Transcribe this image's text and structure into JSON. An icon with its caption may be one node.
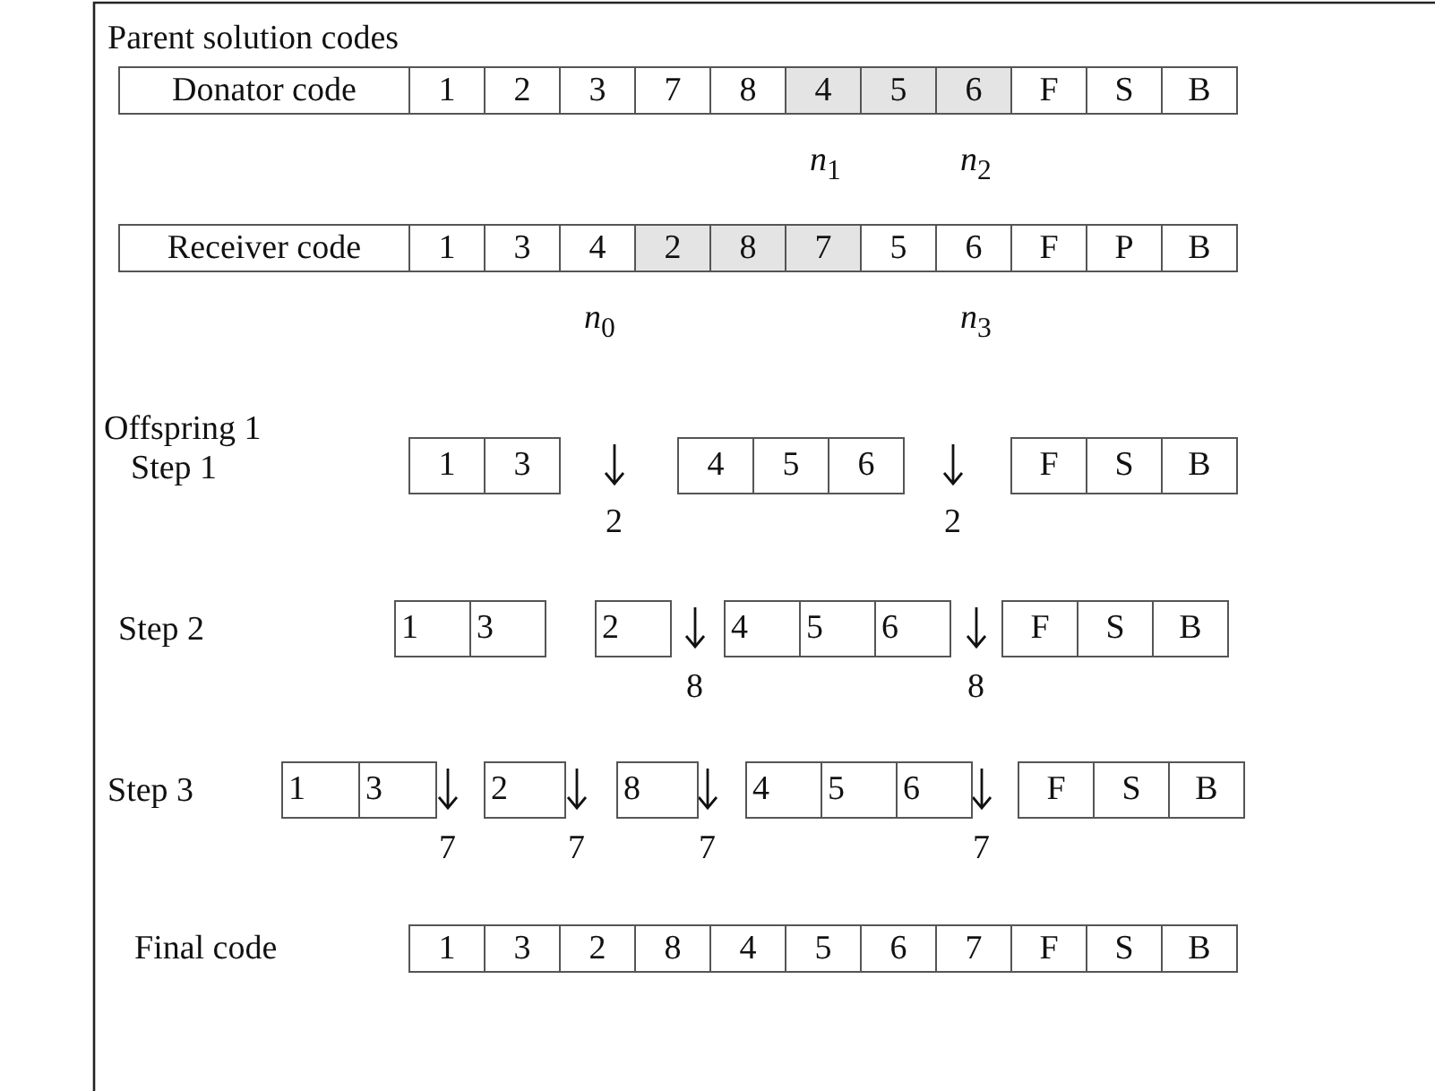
{
  "diagram": {
    "labels": [
      "Parent solution codes",
      "Donator code",
      "1",
      "2",
      "3",
      "7",
      "8",
      "4",
      "5",
      "6",
      "F",
      "S",
      "B",
      "*n*$_{1}$",
      "*n*$_{2}$",
      "Receiver code",
      "1",
      "3",
      "4",
      "2",
      "8",
      "7",
      "5",
      "6",
      "F",
      "P",
      "B",
      "*n*$_{0}$",
      "*n*$_{3}$",
      "Offspring 1",
      "Step 1",
      "1",
      "3",
      "4",
      "5",
      "6",
      "F",
      "S",
      "B",
      "2",
      "2",
      "Step 2",
      "1",
      "3",
      "2",
      "4",
      "5",
      "6",
      "F",
      "S",
      "B",
      "8",
      "8",
      "Step 3",
      "1",
      "3",
      "2",
      "8",
      "4",
      "5",
      "6",
      "F",
      "S",
      "B",
      "7",
      "7",
      "7",
      "7",
      "Final code",
      "1",
      "3",
      "2",
      "8",
      "4",
      "5",
      "6",
      "7",
      "F",
      "S",
      "B"
    ]
  }
}
